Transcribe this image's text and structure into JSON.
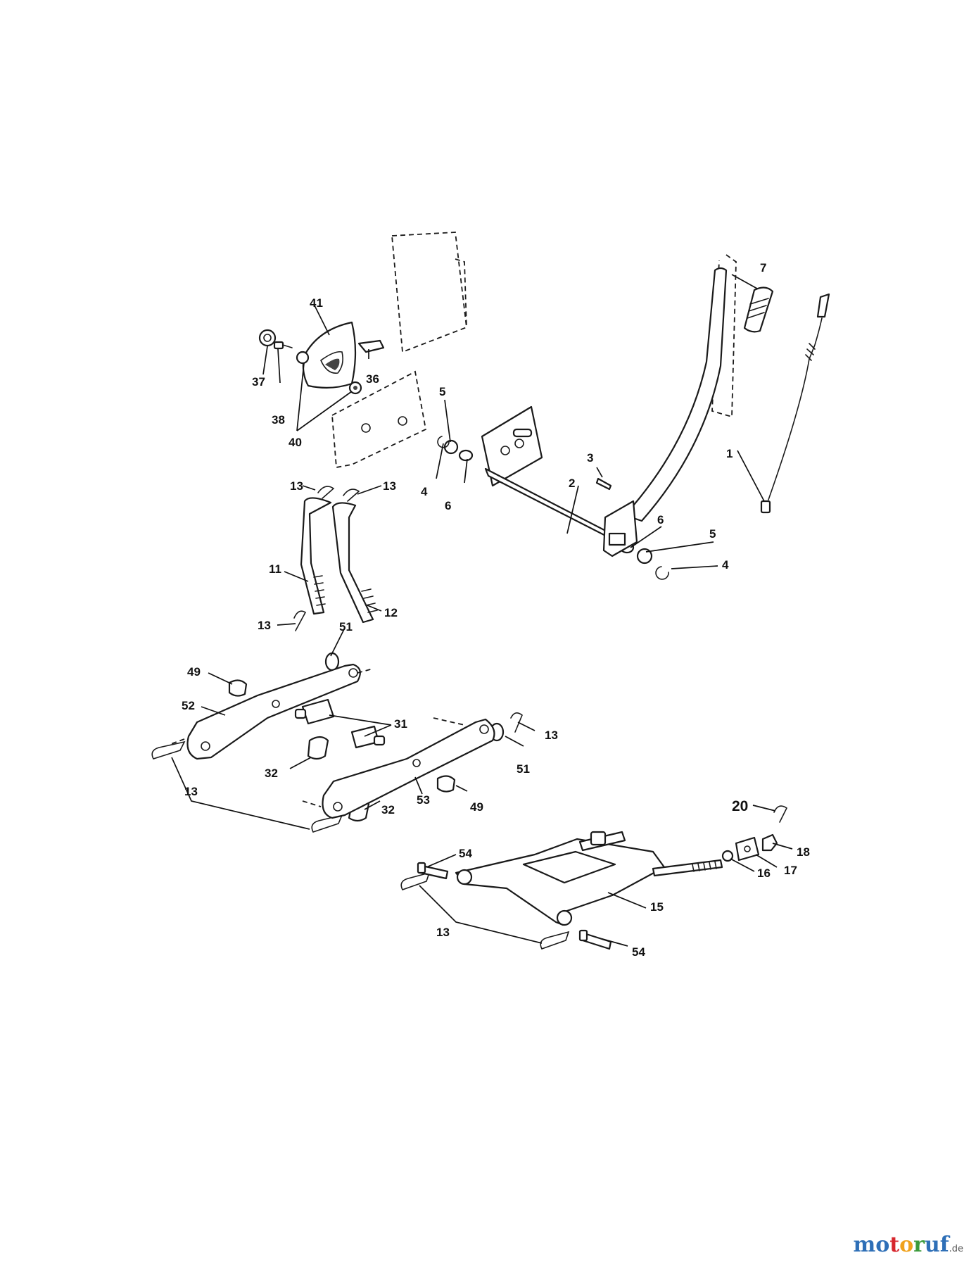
{
  "callouts": [
    {
      "id": "c1",
      "text": "1"
    },
    {
      "id": "c2",
      "text": "2"
    },
    {
      "id": "c3",
      "text": "3"
    },
    {
      "id": "c4a",
      "text": "4"
    },
    {
      "id": "c4b",
      "text": "4"
    },
    {
      "id": "c5a",
      "text": "5"
    },
    {
      "id": "c5b",
      "text": "5"
    },
    {
      "id": "c6a",
      "text": "6"
    },
    {
      "id": "c6b",
      "text": "6"
    },
    {
      "id": "c7",
      "text": "7"
    },
    {
      "id": "c11",
      "text": "11"
    },
    {
      "id": "c12",
      "text": "12"
    },
    {
      "id": "c13a",
      "text": "13"
    },
    {
      "id": "c13b",
      "text": "13"
    },
    {
      "id": "c13c",
      "text": "13"
    },
    {
      "id": "c13d",
      "text": "13"
    },
    {
      "id": "c13e",
      "text": "13"
    },
    {
      "id": "c13f",
      "text": "13"
    },
    {
      "id": "c15",
      "text": "15"
    },
    {
      "id": "c16",
      "text": "16"
    },
    {
      "id": "c17",
      "text": "17"
    },
    {
      "id": "c18",
      "text": "18"
    },
    {
      "id": "c20",
      "text": "20"
    },
    {
      "id": "c31",
      "text": "31"
    },
    {
      "id": "c32a",
      "text": "32"
    },
    {
      "id": "c32b",
      "text": "32"
    },
    {
      "id": "c36",
      "text": "36"
    },
    {
      "id": "c37",
      "text": "37"
    },
    {
      "id": "c38",
      "text": "38"
    },
    {
      "id": "c40",
      "text": "40"
    },
    {
      "id": "c41",
      "text": "41"
    },
    {
      "id": "c49a",
      "text": "49"
    },
    {
      "id": "c49b",
      "text": "49"
    },
    {
      "id": "c51a",
      "text": "51"
    },
    {
      "id": "c51b",
      "text": "51"
    },
    {
      "id": "c52",
      "text": "52"
    },
    {
      "id": "c53",
      "text": "53"
    },
    {
      "id": "c54a",
      "text": "54"
    },
    {
      "id": "c54b",
      "text": "54"
    }
  ],
  "watermark": {
    "letters": [
      "m",
      "o",
      "t",
      "o",
      "r",
      "u",
      "f"
    ],
    "letter_colors": [
      "#2e6fb7",
      "#2e6fb7",
      "#d7262d",
      "#f0a21c",
      "#3a9a3a",
      "#2e6fb7",
      "#2e6fb7"
    ],
    "suffix": ".de"
  }
}
